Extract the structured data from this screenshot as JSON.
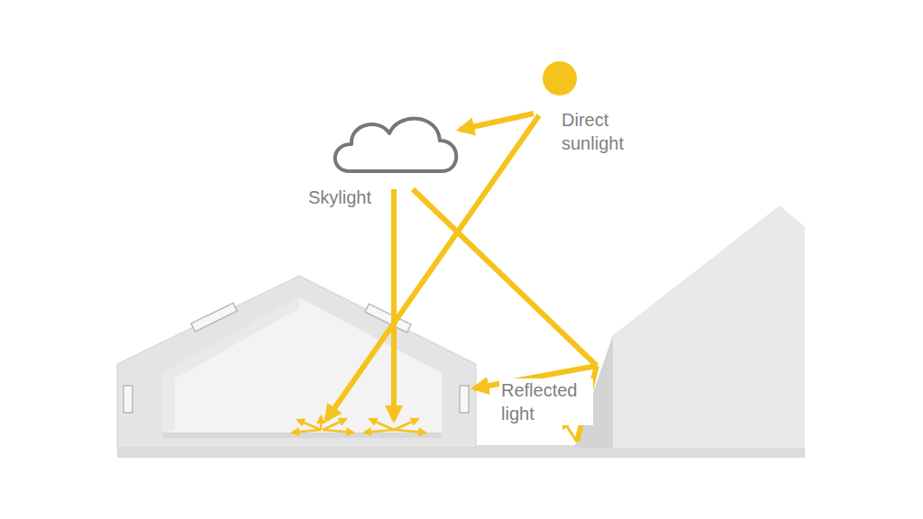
{
  "diagram": {
    "labels": [
      "Direct sunlight",
      "Skylight",
      "Reflected light"
    ]
  }
}
